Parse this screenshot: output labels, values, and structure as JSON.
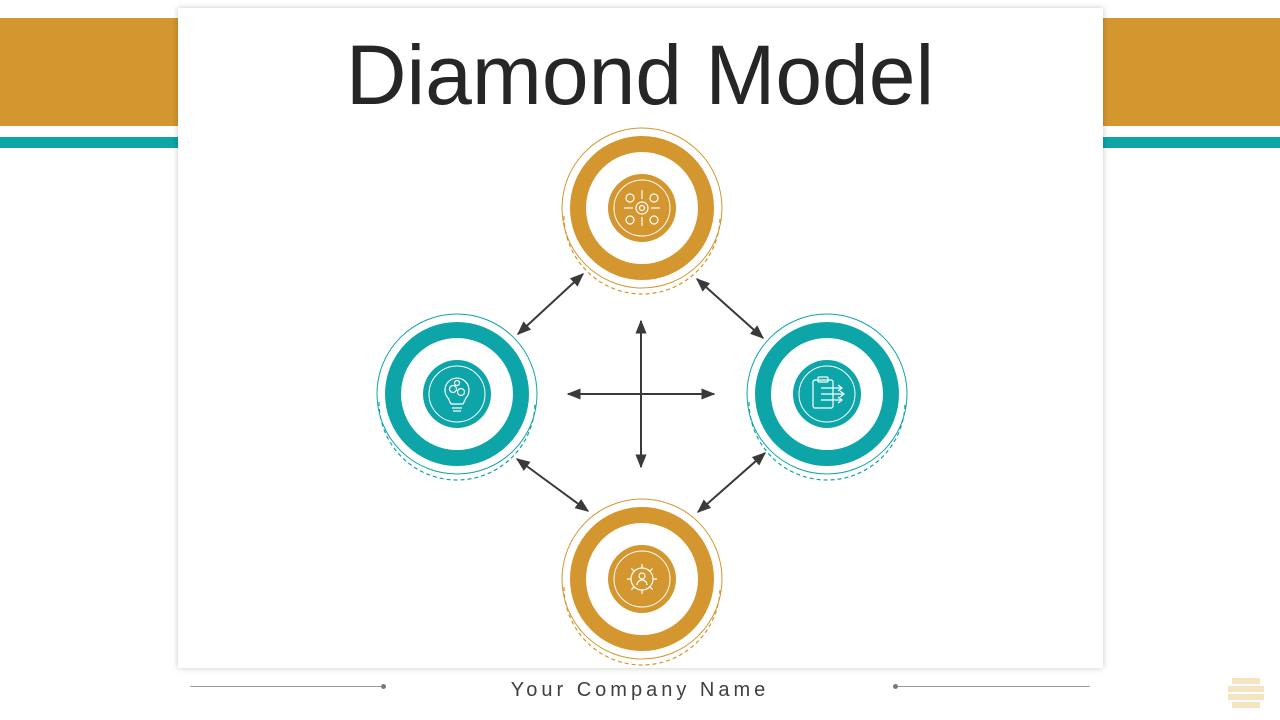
{
  "slide": {
    "title": "Diamond Model",
    "footer": "Your Company Name"
  },
  "colors": {
    "orange": "#D4962F",
    "teal": "#0EA5A9",
    "arrow": "#3a3a3a",
    "title_text": "#262626"
  },
  "diagram": {
    "nodes": [
      {
        "id": "top",
        "color": "orange",
        "icon": "settings-network-icon"
      },
      {
        "id": "left",
        "color": "teal",
        "icon": "idea-bulb-gears-icon"
      },
      {
        "id": "right",
        "color": "teal",
        "icon": "clipboard-strategy-icon"
      },
      {
        "id": "bottom",
        "color": "orange",
        "icon": "gear-person-icon"
      }
    ],
    "connections": [
      {
        "from": "top",
        "to": "left",
        "direction": "both"
      },
      {
        "from": "top",
        "to": "right",
        "direction": "both"
      },
      {
        "from": "left",
        "to": "bottom",
        "direction": "both"
      },
      {
        "from": "right",
        "to": "bottom",
        "direction": "both"
      }
    ],
    "center_cross": true
  }
}
